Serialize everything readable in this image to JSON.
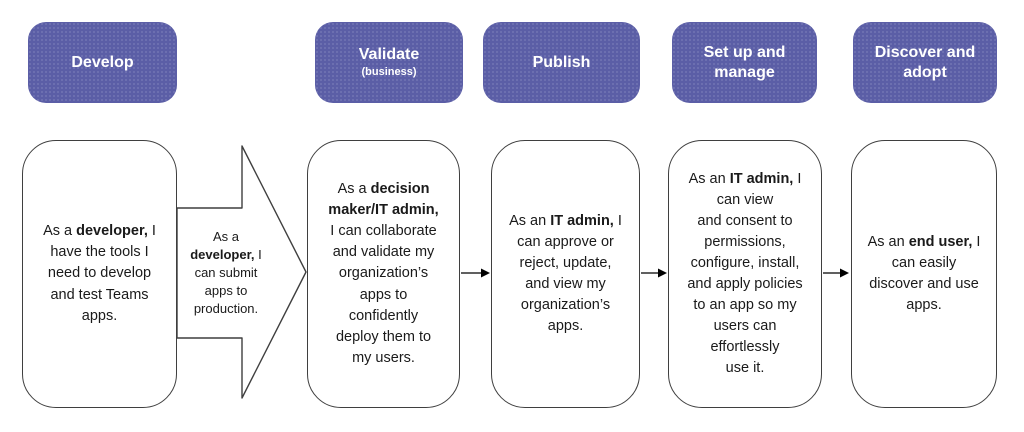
{
  "stages": [
    {
      "label": "Develop"
    },
    {
      "label": "Validate",
      "sublabel": "(business)"
    },
    {
      "label": "Publish"
    },
    {
      "label": "Set up and manage"
    },
    {
      "label": "Discover and adopt"
    }
  ],
  "cards": [
    {
      "segments": [
        {
          "text": "As a "
        },
        {
          "text": "developer,",
          "bold": true
        },
        {
          "text": " I\nhave the tools I\nneed to develop\nand test Teams\napps."
        }
      ]
    },
    {
      "segments": [
        {
          "text": "As a "
        },
        {
          "text": "decision\nmaker/IT admin,",
          "bold": true
        },
        {
          "text": "\nI can collaborate\nand validate my\norganization’s\napps to\nconfidently\ndeploy them to\nmy users."
        }
      ]
    },
    {
      "segments": [
        {
          "text": "As an "
        },
        {
          "text": "IT admin,",
          "bold": true
        },
        {
          "text": " I\ncan approve or\nreject, update,\nand view my\norganization’s\napps."
        }
      ]
    },
    {
      "segments": [
        {
          "text": "As an "
        },
        {
          "text": "IT admin,",
          "bold": true
        },
        {
          "text": " I\ncan view\nand consent to\npermissions,\nconfigure, install,\nand apply policies\nto an app so my\nusers can\neffortlessly\nuse it."
        }
      ]
    },
    {
      "segments": [
        {
          "text": "As an "
        },
        {
          "text": "end user,",
          "bold": true
        },
        {
          "text": " I\ncan easily\ndiscover and use\napps."
        }
      ]
    }
  ],
  "flow_arrow": {
    "segments": [
      {
        "text": "As a\n"
      },
      {
        "text": "developer,",
        "bold": true
      },
      {
        "text": " I\ncan submit\napps to\nproduction."
      }
    ]
  },
  "colors": {
    "stage_background": "#5b5ea6",
    "stage_text": "#ffffff",
    "card_border": "#3f3f3f",
    "body_text": "#1a1a1a",
    "arrow_stroke": "#3f3f3f"
  }
}
